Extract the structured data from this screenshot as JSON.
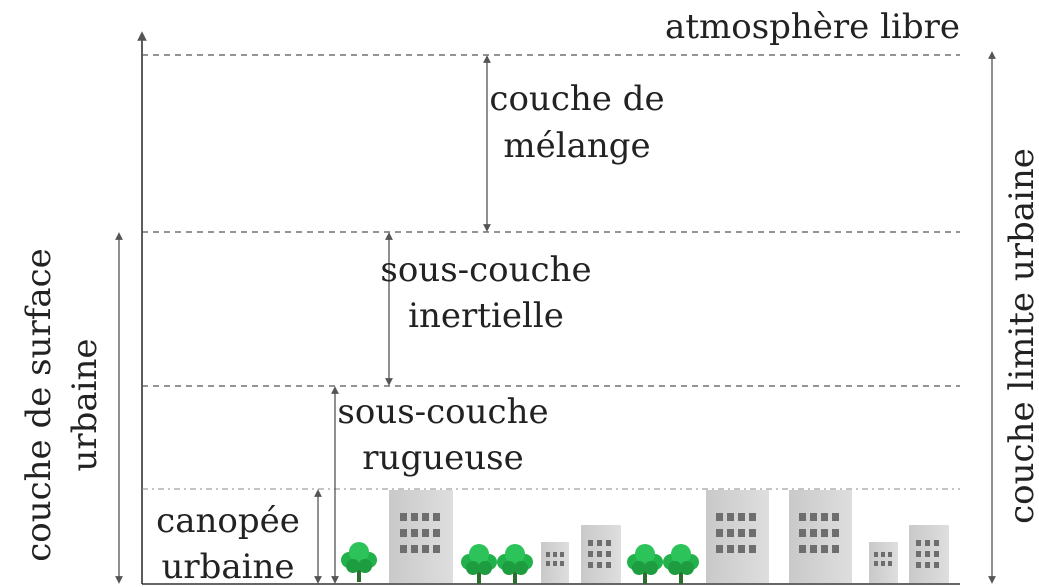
{
  "labels": {
    "free_atmosphere": "atmosphère libre",
    "mixing_layer_1": "couche de",
    "mixing_layer_2": "mélange",
    "inertial_sublayer_1": "sous-couche",
    "inertial_sublayer_2": "inertielle",
    "roughness_sublayer_1": "sous-couche",
    "roughness_sublayer_2": "rugueuse",
    "canopy_1": "canopée",
    "canopy_2": "urbaine",
    "surface_layer_1": "couche de surface",
    "surface_layer_2": "urbaine",
    "boundary_layer": "couche limite urbaine"
  },
  "colors": {
    "text": "#222222",
    "lines": "#555555",
    "building": "#d2d2d2",
    "window": "#6e6e6e",
    "tree": "#22b24c"
  },
  "icons": [
    "building-icon",
    "tree-icon"
  ]
}
